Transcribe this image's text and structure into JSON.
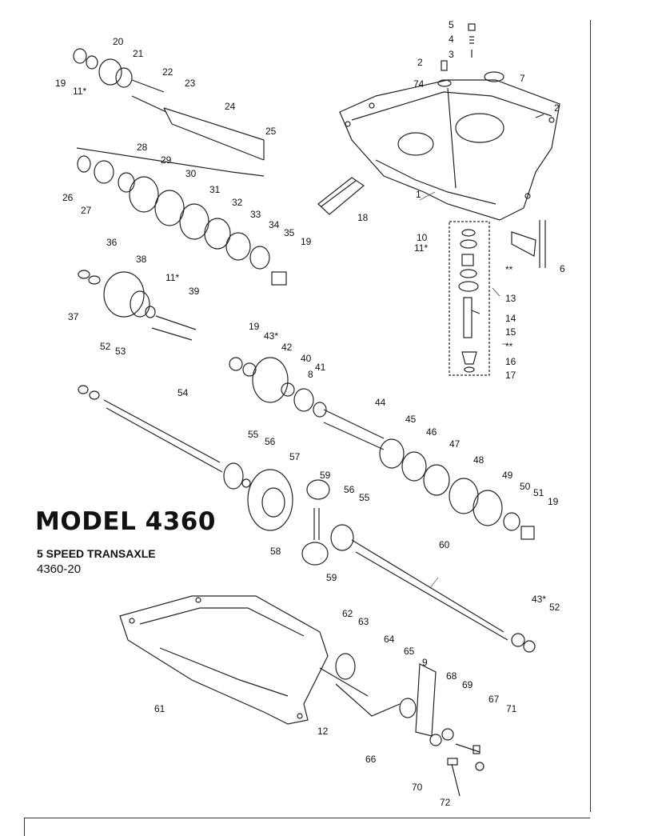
{
  "title": "MODEL 4360",
  "subtitle": "5 SPEED TRANSAXLE",
  "doc_number": "4360-20",
  "callouts": [
    {
      "id": "c5",
      "text": "5"
    },
    {
      "id": "c4",
      "text": "4"
    },
    {
      "id": "c3",
      "text": "3"
    },
    {
      "id": "c2a",
      "text": "2"
    },
    {
      "id": "c74",
      "text": "74"
    },
    {
      "id": "c7",
      "text": "7"
    },
    {
      "id": "c2b",
      "text": "2"
    },
    {
      "id": "c20",
      "text": "20"
    },
    {
      "id": "c21",
      "text": "21"
    },
    {
      "id": "c19a",
      "text": "19"
    },
    {
      "id": "c11a",
      "text": "11*"
    },
    {
      "id": "c22",
      "text": "22"
    },
    {
      "id": "c23",
      "text": "23"
    },
    {
      "id": "c24",
      "text": "24"
    },
    {
      "id": "c25",
      "text": "25"
    },
    {
      "id": "c28",
      "text": "28"
    },
    {
      "id": "c29",
      "text": "29"
    },
    {
      "id": "c30",
      "text": "30"
    },
    {
      "id": "c31",
      "text": "31"
    },
    {
      "id": "c32",
      "text": "32"
    },
    {
      "id": "c33",
      "text": "33"
    },
    {
      "id": "c34",
      "text": "34"
    },
    {
      "id": "c35",
      "text": "35"
    },
    {
      "id": "c19b",
      "text": "19"
    },
    {
      "id": "c26",
      "text": "26"
    },
    {
      "id": "c27",
      "text": "27"
    },
    {
      "id": "c18",
      "text": "18"
    },
    {
      "id": "c1",
      "text": "1"
    },
    {
      "id": "c10",
      "text": "10"
    },
    {
      "id": "c11b",
      "text": "11*"
    },
    {
      "id": "c6",
      "text": "6"
    },
    {
      "id": "cstar1",
      "text": "**"
    },
    {
      "id": "c13",
      "text": "13"
    },
    {
      "id": "c14",
      "text": "14"
    },
    {
      "id": "c15",
      "text": "15"
    },
    {
      "id": "cstar2",
      "text": "**"
    },
    {
      "id": "c16",
      "text": "16"
    },
    {
      "id": "c17",
      "text": "17"
    },
    {
      "id": "c36",
      "text": "36"
    },
    {
      "id": "c38",
      "text": "38"
    },
    {
      "id": "c11c",
      "text": "11*"
    },
    {
      "id": "c39",
      "text": "39"
    },
    {
      "id": "c37",
      "text": "37"
    },
    {
      "id": "c19c",
      "text": "19"
    },
    {
      "id": "c43a",
      "text": "43*"
    },
    {
      "id": "c42",
      "text": "42"
    },
    {
      "id": "c40",
      "text": "40"
    },
    {
      "id": "c41",
      "text": "41"
    },
    {
      "id": "c8",
      "text": "8"
    },
    {
      "id": "c52a",
      "text": "52"
    },
    {
      "id": "c53",
      "text": "53"
    },
    {
      "id": "c54",
      "text": "54"
    },
    {
      "id": "c44",
      "text": "44"
    },
    {
      "id": "c45",
      "text": "45"
    },
    {
      "id": "c46",
      "text": "46"
    },
    {
      "id": "c47",
      "text": "47"
    },
    {
      "id": "c48",
      "text": "48"
    },
    {
      "id": "c49",
      "text": "49"
    },
    {
      "id": "c50",
      "text": "50"
    },
    {
      "id": "c51",
      "text": "51"
    },
    {
      "id": "c19d",
      "text": "19"
    },
    {
      "id": "c55a",
      "text": "55"
    },
    {
      "id": "c56a",
      "text": "56"
    },
    {
      "id": "c57",
      "text": "57"
    },
    {
      "id": "c59a",
      "text": "59"
    },
    {
      "id": "c56b",
      "text": "56"
    },
    {
      "id": "c55b",
      "text": "55"
    },
    {
      "id": "c58",
      "text": "58"
    },
    {
      "id": "c59b",
      "text": "59"
    },
    {
      "id": "c60",
      "text": "60"
    },
    {
      "id": "c43b",
      "text": "43*"
    },
    {
      "id": "c52b",
      "text": "52"
    },
    {
      "id": "c62",
      "text": "62"
    },
    {
      "id": "c63",
      "text": "63"
    },
    {
      "id": "c64",
      "text": "64"
    },
    {
      "id": "c65",
      "text": "65"
    },
    {
      "id": "c9",
      "text": "9"
    },
    {
      "id": "c68",
      "text": "68"
    },
    {
      "id": "c69",
      "text": "69"
    },
    {
      "id": "c67",
      "text": "67"
    },
    {
      "id": "c71",
      "text": "71"
    },
    {
      "id": "c61",
      "text": "61"
    },
    {
      "id": "c12",
      "text": "12"
    },
    {
      "id": "c66",
      "text": "66"
    },
    {
      "id": "c70",
      "text": "70"
    },
    {
      "id": "c72",
      "text": "72"
    }
  ]
}
